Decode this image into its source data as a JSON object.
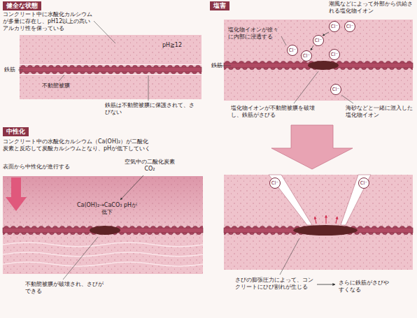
{
  "diagram": {
    "nodes": [
      {
        "text": [
          "健全な状態",
          "コンクリート中に水酸化カルシウムが多量に存在し、pH12以上の高いアルカリ性を保っている",
          "pH≧12",
          "鉄筋",
          "不動態被膜",
          "鉄筋は不動態被膜に保護されて、さびない"
        ]
      },
      {
        "text": [
          "塩害",
          "潮風などによって外部から供給される塩化物イオン",
          "塩化物イオンが徐々に内部に浸透する",
          "鉄筋",
          "塩化物イオンが不動態被膜を破壊し、鉄筋がさびる",
          "海砂などと一緒に混入した塩化物イオン"
        ]
      },
      {
        "text": [
          "中性化",
          "コンクリート中の水酸化カルシウム（Ca(OH)₂）が二酸化炭素と反応して炭酸カルシウムとなり、pHが低下していく",
          "表面から中性化が進行する",
          "空気中の二酸化炭素 CO₂",
          "Ca(OH)₂→CaCO₃ pHが低下",
          "不動態被膜が破壊され、さびができる"
        ]
      },
      {
        "text": [
          "さびの膨張圧力によって、コンクリートにひび割れが生じる",
          "さらに鉄筋がさびやすくなる"
        ]
      },
      {
        "text": [
          "Cl⁻"
        ],
        "in": 1
      },
      {
        "text": [
          "Cl⁻"
        ],
        "in": 1
      },
      {
        "text": [
          "Cl⁻"
        ],
        "in": 1
      },
      {
        "text": [
          "Cl⁻"
        ],
        "in": 1
      },
      {
        "text": [
          "Cl⁻"
        ],
        "in": 1
      },
      {
        "text": [
          "Cl⁻"
        ],
        "in": 1
      },
      {
        "text": [
          "Cl⁻"
        ],
        "in": 1
      },
      {
        "text": [
          "Cl⁻"
        ],
        "in": 3
      },
      {
        "text": [
          "Cl⁻"
        ],
        "in": 3
      }
    ],
    "edges": [
      {
        "from": 1,
        "to": 3,
        "arrow": "to"
      }
    ]
  }
}
